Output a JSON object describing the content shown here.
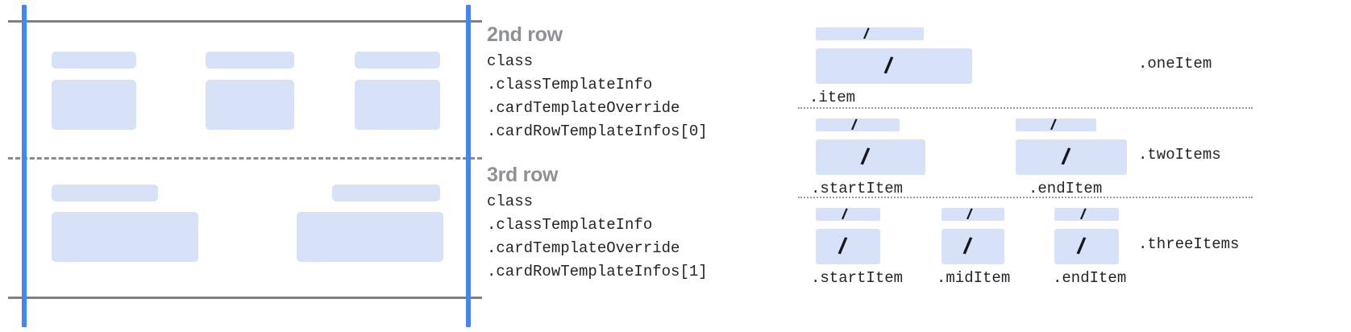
{
  "diagram": {
    "title_note": "card row template anatomy diagram",
    "colors": {
      "placeholder_blue": "#d7e1f8",
      "guide_blue": "#4285f4",
      "guide_gray": "#808080",
      "dashed_gray": "#8a8a8a",
      "heading_gray": "#8d9196",
      "code_text": "#222428"
    }
  },
  "left_panel": {
    "rows": [
      {
        "name": "second-row-preview",
        "cells": [
          {
            "top_w": 105,
            "body_w": 105,
            "body_h": 62
          },
          {
            "top_w": 110,
            "body_w": 110,
            "body_h": 62
          },
          {
            "top_w": 106,
            "body_w": 106,
            "body_h": 62
          }
        ]
      },
      {
        "name": "third-row-preview",
        "cells": [
          {
            "top_w": 132,
            "body_w": 182,
            "body_h": 62
          },
          {
            "top_w": 134,
            "body_w": 182,
            "body_h": 62
          }
        ]
      }
    ]
  },
  "mid_column": {
    "blocks": [
      {
        "title": "2nd row",
        "code_lines": [
          "class",
          ".classTemplateInfo",
          ".cardTemplateOverride",
          ".cardRowTemplateInfos[0]"
        ]
      },
      {
        "title": "3rd row",
        "code_lines": [
          "class",
          ".classTemplateInfo",
          ".cardTemplateOverride",
          ".cardRowTemplateInfos[1]"
        ]
      }
    ]
  },
  "right_panel": {
    "variants": [
      {
        "name": ".oneItem",
        "items": [
          {
            "label": ".item",
            "top_w": 134,
            "body_w": 194,
            "body_h": 44,
            "slash": "/"
          }
        ]
      },
      {
        "name": ".twoItems",
        "items": [
          {
            "label": ".startItem",
            "top_w": 104,
            "body_w": 136,
            "body_h": 44,
            "slash": "/"
          },
          {
            "label": ".endItem",
            "top_w": 100,
            "body_w": 138,
            "body_h": 44,
            "slash": "/"
          }
        ]
      },
      {
        "name": ".threeItems",
        "items": [
          {
            "label": ".startItem",
            "top_w": 80,
            "body_w": 80,
            "body_h": 44,
            "slash": "/"
          },
          {
            "label": ".midItem",
            "top_w": 78,
            "body_w": 78,
            "body_h": 44,
            "slash": "/"
          },
          {
            "label": ".endItem",
            "top_w": 80,
            "body_w": 80,
            "body_h": 44,
            "slash": "/"
          }
        ]
      }
    ]
  }
}
